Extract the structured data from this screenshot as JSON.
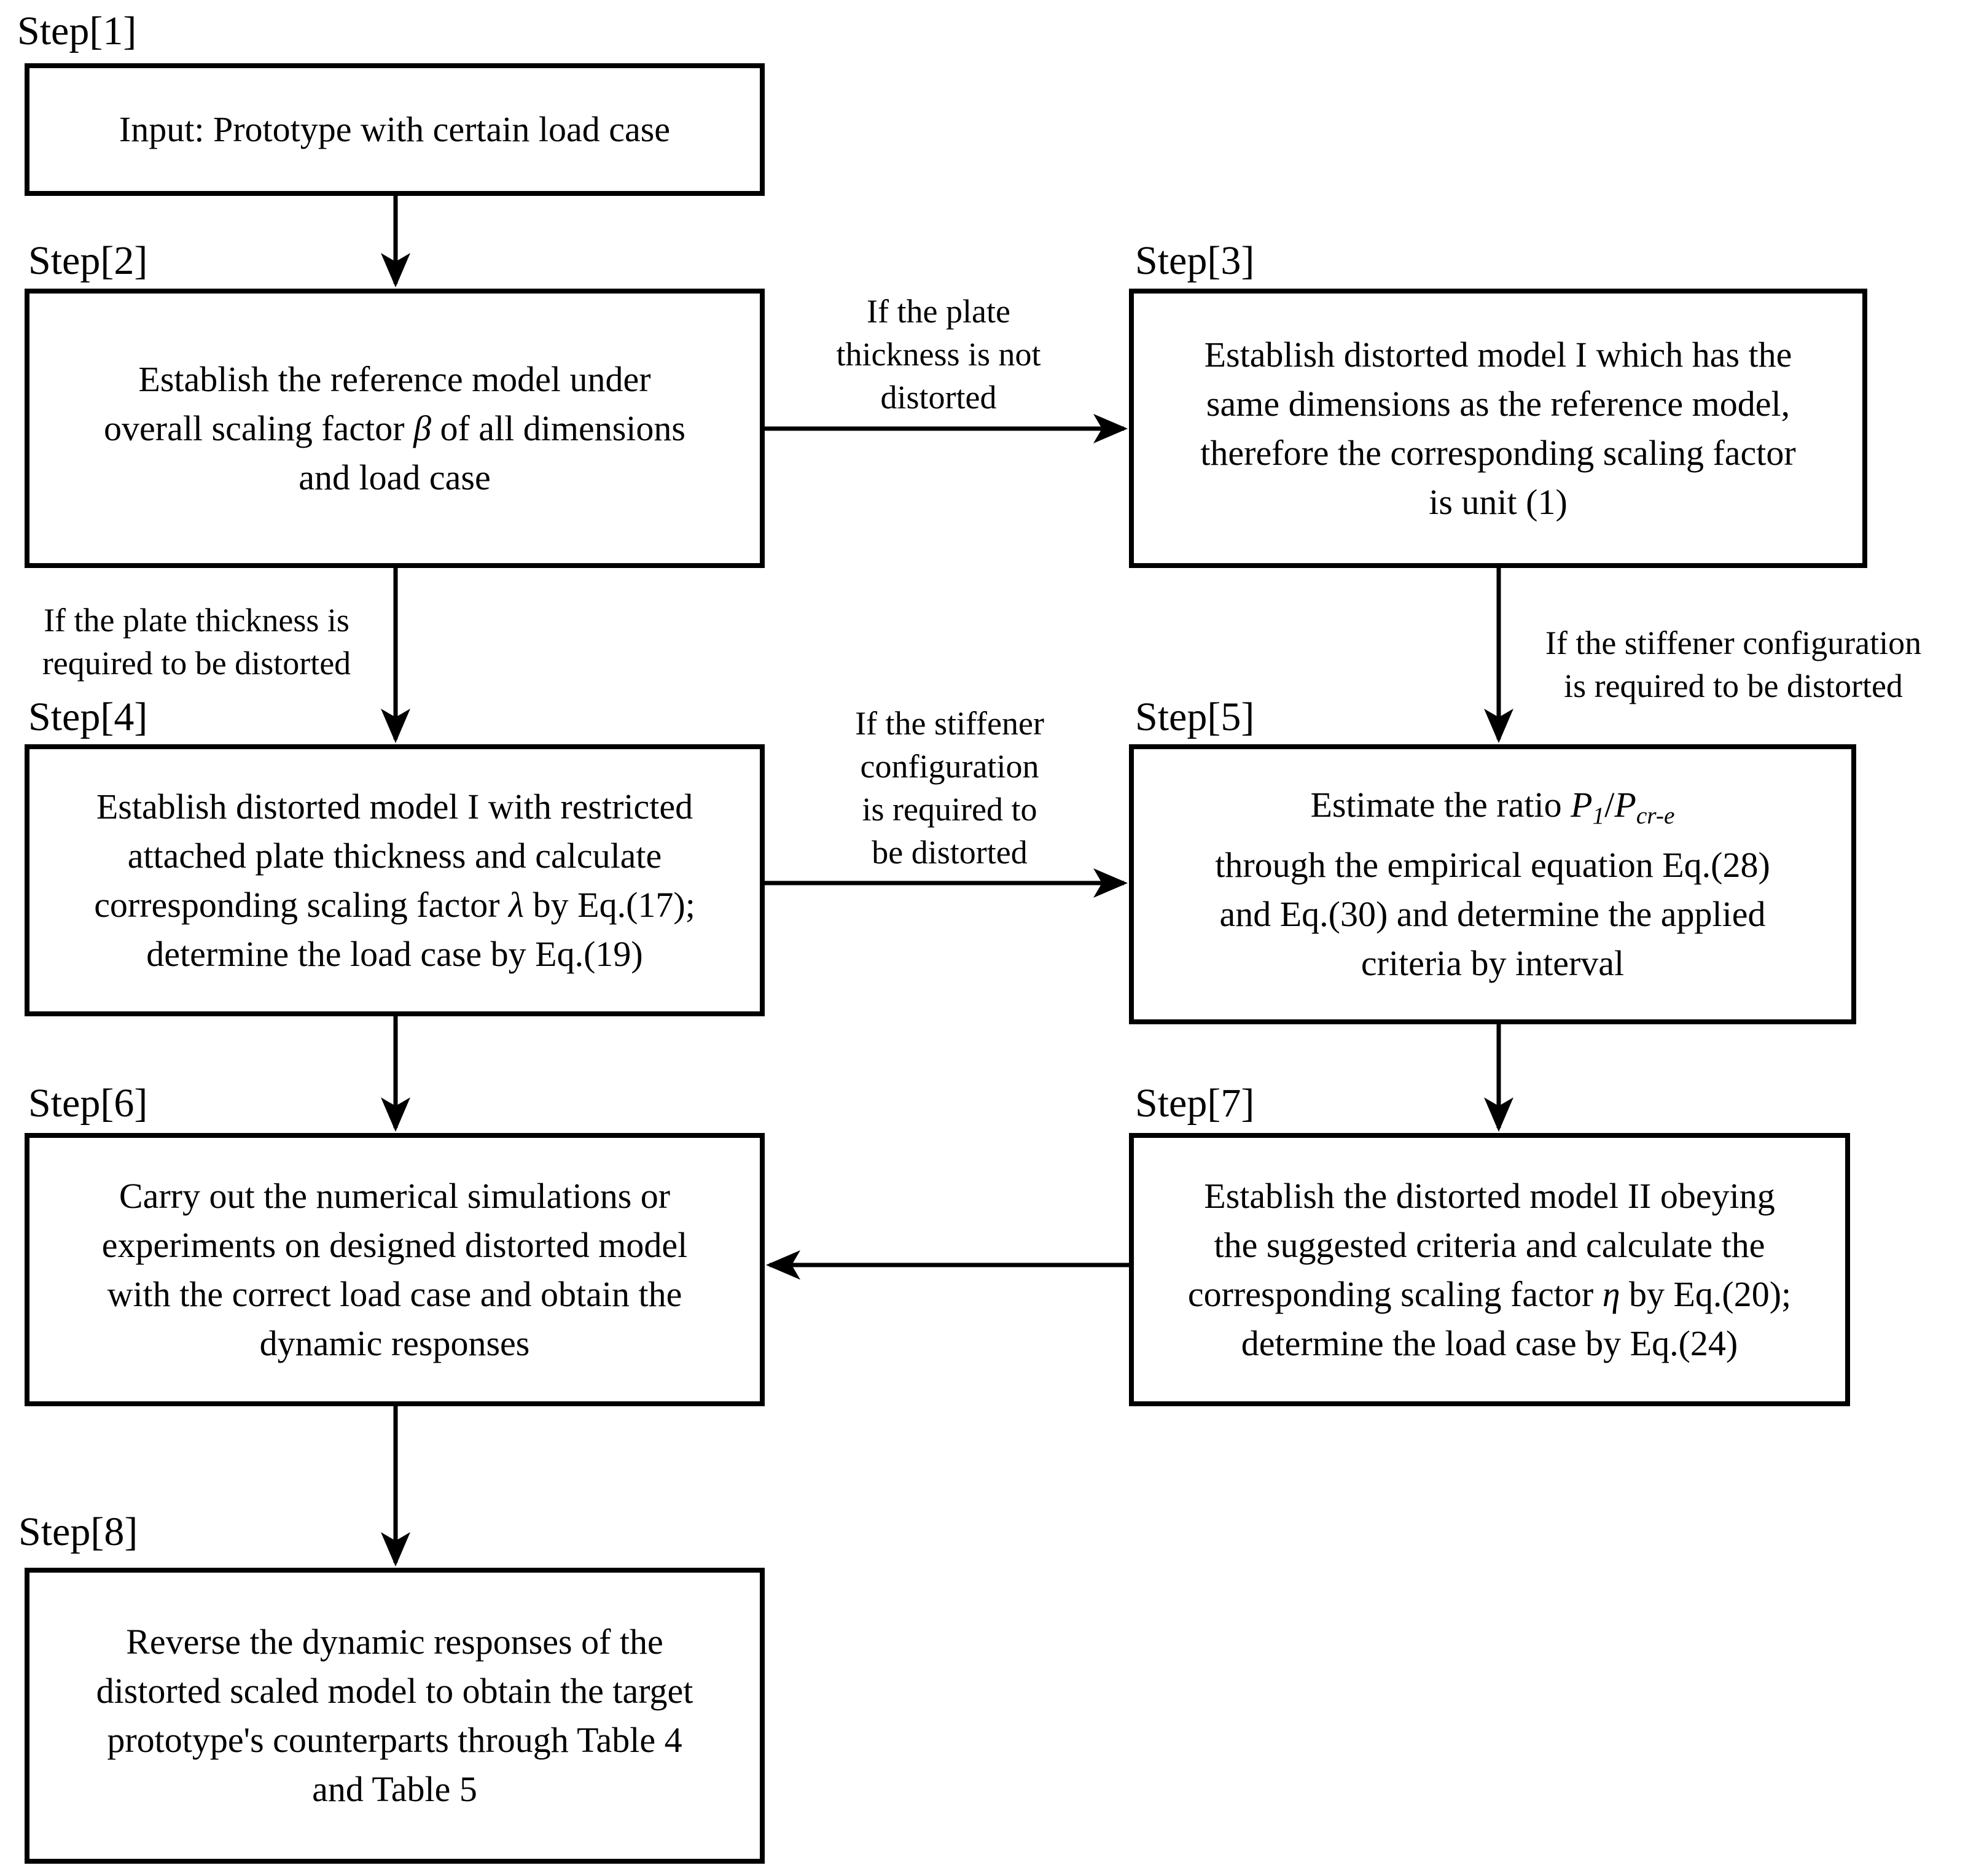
{
  "diagram": {
    "background_color": "#ffffff",
    "line_color": "#000000",
    "steps": [
      {
        "label": "Step[1]",
        "lines": [
          [
            {
              "t": "Input: Prototype with certain load case",
              "s": "n"
            }
          ]
        ]
      },
      {
        "label": "Step[2]",
        "lines": [
          [
            {
              "t": "Establish the reference model under",
              "s": "n"
            }
          ],
          [
            {
              "t": "overall scaling factor ",
              "s": "n"
            },
            {
              "t": "β",
              "s": "i"
            },
            {
              "t": " of all dimensions",
              "s": "n"
            }
          ],
          [
            {
              "t": "and load case",
              "s": "n"
            }
          ]
        ]
      },
      {
        "label": "Step[3]",
        "lines": [
          [
            {
              "t": "Establish distorted model I which has the",
              "s": "n"
            }
          ],
          [
            {
              "t": "same dimensions as the reference model,",
              "s": "n"
            }
          ],
          [
            {
              "t": "therefore the corresponding scaling factor",
              "s": "n"
            }
          ],
          [
            {
              "t": "is unit (1)",
              "s": "n"
            }
          ]
        ]
      },
      {
        "label": "Step[4]",
        "lines": [
          [
            {
              "t": "Establish distorted model I with restricted",
              "s": "n"
            }
          ],
          [
            {
              "t": "attached plate thickness and calculate",
              "s": "n"
            }
          ],
          [
            {
              "t": "corresponding scaling factor ",
              "s": "n"
            },
            {
              "t": "λ",
              "s": "i"
            },
            {
              "t": " by Eq.(17);",
              "s": "n"
            }
          ],
          [
            {
              "t": "determine the load case by Eq.(19)",
              "s": "n"
            }
          ]
        ]
      },
      {
        "label": "Step[5]",
        "lines": [
          [
            {
              "t": "Estimate the ratio ",
              "s": "n"
            },
            {
              "t": "P",
              "s": "i"
            },
            {
              "t": "1",
              "s": "isub"
            },
            {
              "t": "/",
              "s": "n"
            },
            {
              "t": "P",
              "s": "i"
            },
            {
              "t": "cr-e",
              "s": "isub"
            }
          ],
          [
            {
              "t": "through the empirical equation Eq.(28)",
              "s": "n"
            }
          ],
          [
            {
              "t": "and Eq.(30) and determine the applied",
              "s": "n"
            }
          ],
          [
            {
              "t": "criteria by interval",
              "s": "n"
            }
          ]
        ]
      },
      {
        "label": "Step[6]",
        "lines": [
          [
            {
              "t": "Carry out the numerical simulations or",
              "s": "n"
            }
          ],
          [
            {
              "t": "experiments on designed distorted model",
              "s": "n"
            }
          ],
          [
            {
              "t": "with the correct load case and obtain the",
              "s": "n"
            }
          ],
          [
            {
              "t": "dynamic responses",
              "s": "n"
            }
          ]
        ]
      },
      {
        "label": "Step[7]",
        "lines": [
          [
            {
              "t": "Establish the distorted model II obeying",
              "s": "n"
            }
          ],
          [
            {
              "t": "the suggested criteria and calculate the",
              "s": "n"
            }
          ],
          [
            {
              "t": "corresponding scaling factor ",
              "s": "n"
            },
            {
              "t": "η",
              "s": "i"
            },
            {
              "t": " by Eq.(20);",
              "s": "n"
            }
          ],
          [
            {
              "t": "determine the load case by Eq.(24)",
              "s": "n"
            }
          ]
        ]
      },
      {
        "label": "Step[8]",
        "lines": [
          [
            {
              "t": "Reverse the dynamic responses of the",
              "s": "n"
            }
          ],
          [
            {
              "t": "distorted scaled model to obtain the target",
              "s": "n"
            }
          ],
          [
            {
              "t": "prototype's counterparts through Table 4",
              "s": "n"
            }
          ],
          [
            {
              "t": "and Table 5",
              "s": "n"
            }
          ]
        ]
      }
    ],
    "edge_labels": {
      "plate_not_distorted": "If the plate\nthickness is not\ndistorted",
      "plate_distorted": "If the plate thickness is\nrequired to be distorted",
      "stiffener_distorted_right": "If the stiffener configuration\nis required to be distorted",
      "stiffener_distorted_mid": "If the stiffener\nconfiguration\nis required to\nbe distorted"
    }
  }
}
